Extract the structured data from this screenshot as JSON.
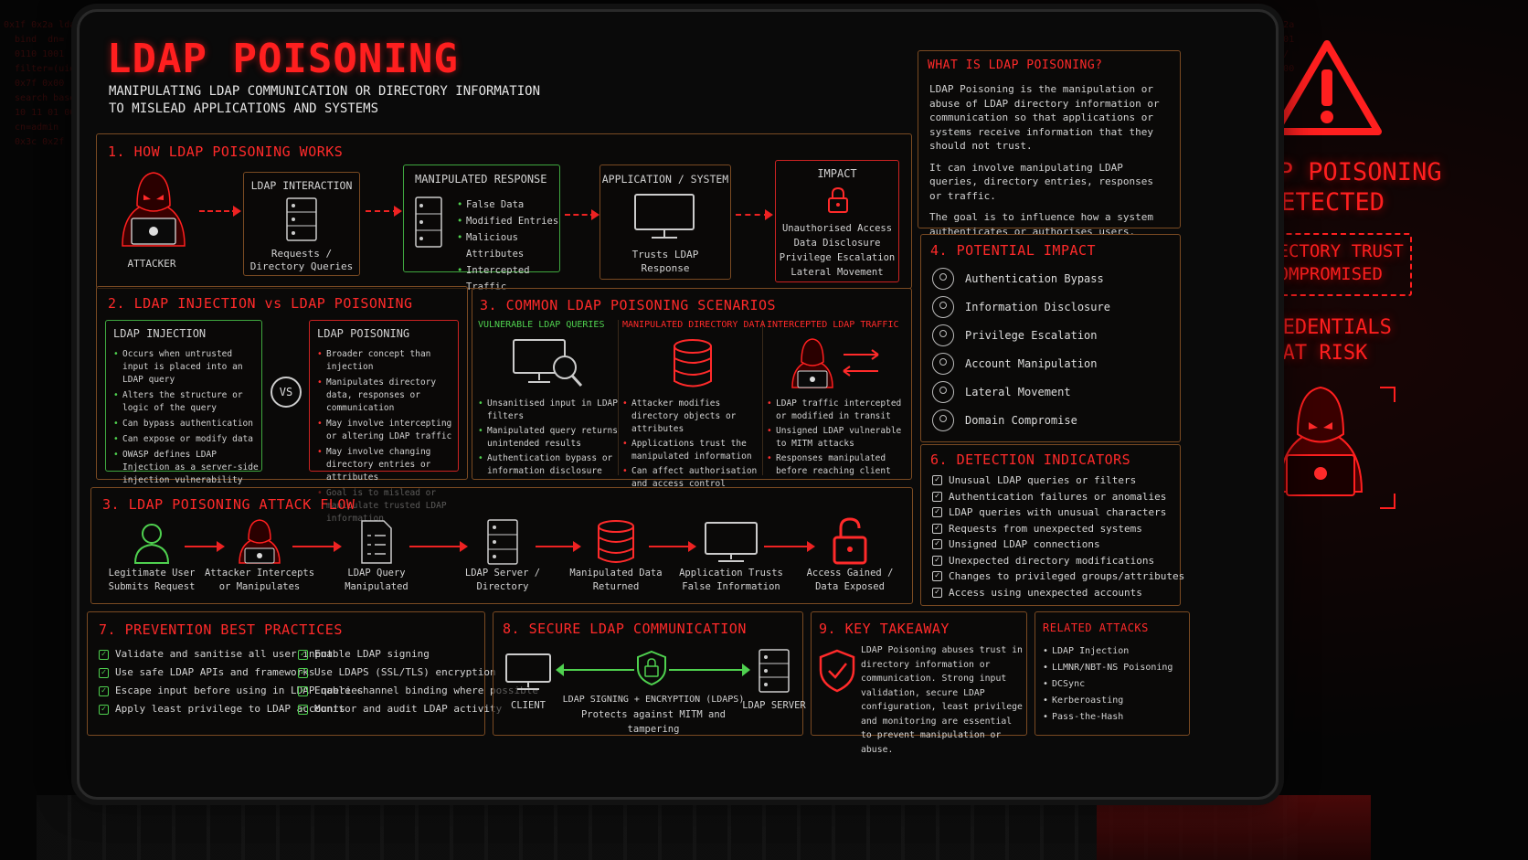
{
  "header": {
    "title": "LDAP POISONING",
    "subtitle_line1": "MANIPULATING LDAP COMMUNICATION OR DIRECTORY INFORMATION",
    "subtitle_line2": "TO MISLEAD APPLICATIONS AND SYSTEMS"
  },
  "what_is": {
    "title": "WHAT IS LDAP POISONING?",
    "p1": "LDAP Poisoning is the manipulation or abuse of LDAP directory information or communication so that applications or systems receive information that they should not trust.",
    "p2": "It can involve manipulating LDAP queries, directory entries, responses or traffic.",
    "p3": "The goal is to influence how a system authenticates or authorises users."
  },
  "how": {
    "title": "1. HOW LDAP POISONING WORKS",
    "attacker": "ATTACKER",
    "interaction_title": "LDAP INTERACTION",
    "interaction_caption": "Requests / Directory Queries",
    "manip_title": "MANIPULATED RESPONSE",
    "manip_items": [
      "False Data",
      "Modified Entries",
      "Malicious Attributes",
      "Intercepted Traffic"
    ],
    "app_title": "APPLICATION / SYSTEM",
    "app_caption": "Trusts LDAP Response",
    "impact_title": "IMPACT",
    "impact_items": [
      "Unauthorised Access",
      "Data Disclosure",
      "Privilege Escalation",
      "Lateral Movement"
    ]
  },
  "versus": {
    "title": "2. LDAP INJECTION vs LDAP POISONING",
    "inj_title": "LDAP INJECTION",
    "inj_items": [
      "Occurs when untrusted input is placed into an LDAP query",
      "Alters the structure or logic of the query",
      "Can bypass authentication",
      "Can expose or modify data",
      "OWASP defines LDAP Injection as a server-side injection vulnerability"
    ],
    "vs": "VS",
    "poi_title": "LDAP POISONING",
    "poi_items": [
      "Broader concept than injection",
      "Manipulates directory data, responses or communication",
      "May involve intercepting or altering LDAP traffic",
      "May involve changing directory entries or attributes",
      "Goal is to mislead or manipulate trusted LDAP information"
    ]
  },
  "scenarios": {
    "title": "3. COMMON LDAP POISONING SCENARIOS",
    "cols": [
      {
        "title": "VULNERABLE LDAP QUERIES",
        "items": [
          "Unsanitised input in LDAP filters",
          "Manipulated query returns unintended results",
          "Authentication bypass or information disclosure"
        ]
      },
      {
        "title": "MANIPULATED DIRECTORY DATA",
        "items": [
          "Attacker modifies directory objects or attributes",
          "Applications trust the manipulated information",
          "Can affect authorisation and access control"
        ]
      },
      {
        "title": "INTERCEPTED LDAP TRAFFIC",
        "items": [
          "LDAP traffic intercepted or modified in transit",
          "Unsigned LDAP vulnerable to MITM attacks",
          "Responses manipulated before reaching client"
        ]
      }
    ]
  },
  "impact": {
    "title": "4. POTENTIAL IMPACT",
    "items": [
      "Authentication Bypass",
      "Information Disclosure",
      "Privilege Escalation",
      "Account Manipulation",
      "Lateral Movement",
      "Domain Compromise"
    ]
  },
  "flow": {
    "title": "3. LDAP POISONING ATTACK FLOW",
    "steps": [
      {
        "l1": "Legitimate User",
        "l2": "Submits Request"
      },
      {
        "l1": "Attacker Intercepts",
        "l2": "or Manipulates"
      },
      {
        "l1": "LDAP Query",
        "l2": "Manipulated"
      },
      {
        "l1": "LDAP Server /",
        "l2": "Directory"
      },
      {
        "l1": "Manipulated Data",
        "l2": "Returned"
      },
      {
        "l1": "Application Trusts",
        "l2": "False Information"
      },
      {
        "l1": "Access Gained /",
        "l2": "Data Exposed"
      }
    ]
  },
  "detection": {
    "title": "6. DETECTION INDICATORS",
    "items": [
      "Unusual LDAP queries or filters",
      "Authentication failures or anomalies",
      "LDAP queries with unusual characters",
      "Requests from unexpected systems",
      "Unsigned LDAP connections",
      "Unexpected directory modifications",
      "Changes to privileged groups/attributes",
      "Access using unexpected accounts"
    ]
  },
  "prevention": {
    "title": "7. PREVENTION BEST PRACTICES",
    "left": [
      "Validate and sanitise all user input",
      "Use safe LDAP APIs and frameworks",
      "Escape input before using in LDAP queries",
      "Apply least privilege to LDAP accounts"
    ],
    "right": [
      "Enable LDAP signing",
      "Use LDAPS (SSL/TLS) encryption",
      "Enable channel binding where possible",
      "Monitor and audit LDAP activity"
    ]
  },
  "secure": {
    "title": "8. SECURE LDAP COMMUNICATION",
    "client": "CLIENT",
    "server": "LDAP SERVER",
    "channel": "LDAP SIGNING + ENCRYPTION (LDAPS)",
    "protects": "Protects against MITM and tampering"
  },
  "takeaway": {
    "title": "9. KEY TAKEAWAY",
    "text": "LDAP Poisoning abuses trust in directory information or communication. Strong input validation, secure LDAP configuration, least privilege and monitoring are essential to prevent manipulation or abuse."
  },
  "related": {
    "title": "RELATED ATTACKS",
    "items": [
      "LDAP Injection",
      "LLMNR/NBT-NS Poisoning",
      "DCSync",
      "Kerberoasting",
      "Pass-the-Hash"
    ]
  },
  "side": {
    "detected": "LDAP POISONING\nDETECTED",
    "trust": "DIRECTORY TRUST\nCOMPROMISED",
    "creds": "CREDENTIALS\nAT RISK"
  }
}
